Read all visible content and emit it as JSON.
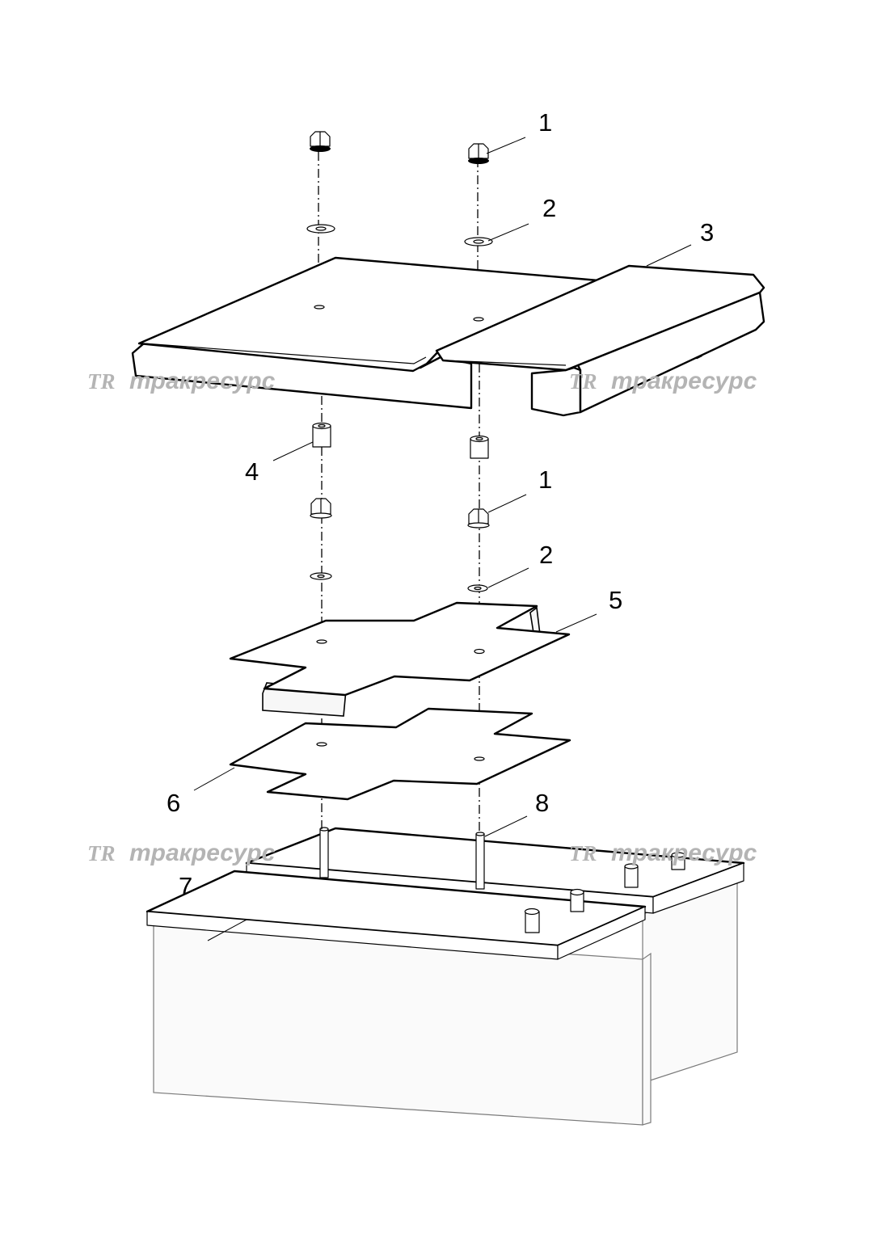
{
  "callouts": [
    {
      "id": "nut-top",
      "label": "1"
    },
    {
      "id": "washer-top",
      "label": "2"
    },
    {
      "id": "cover",
      "label": "3"
    },
    {
      "id": "spacer",
      "label": "4"
    },
    {
      "id": "nut-lower",
      "label": "1"
    },
    {
      "id": "washer-lower",
      "label": "2"
    },
    {
      "id": "upper-plate",
      "label": "5"
    },
    {
      "id": "lower-plate",
      "label": "6"
    },
    {
      "id": "battery",
      "label": "7"
    },
    {
      "id": "stud",
      "label": "8"
    }
  ],
  "watermark": {
    "logo": "TR",
    "text": "тракресурс",
    "color": "#b4b4b4"
  }
}
